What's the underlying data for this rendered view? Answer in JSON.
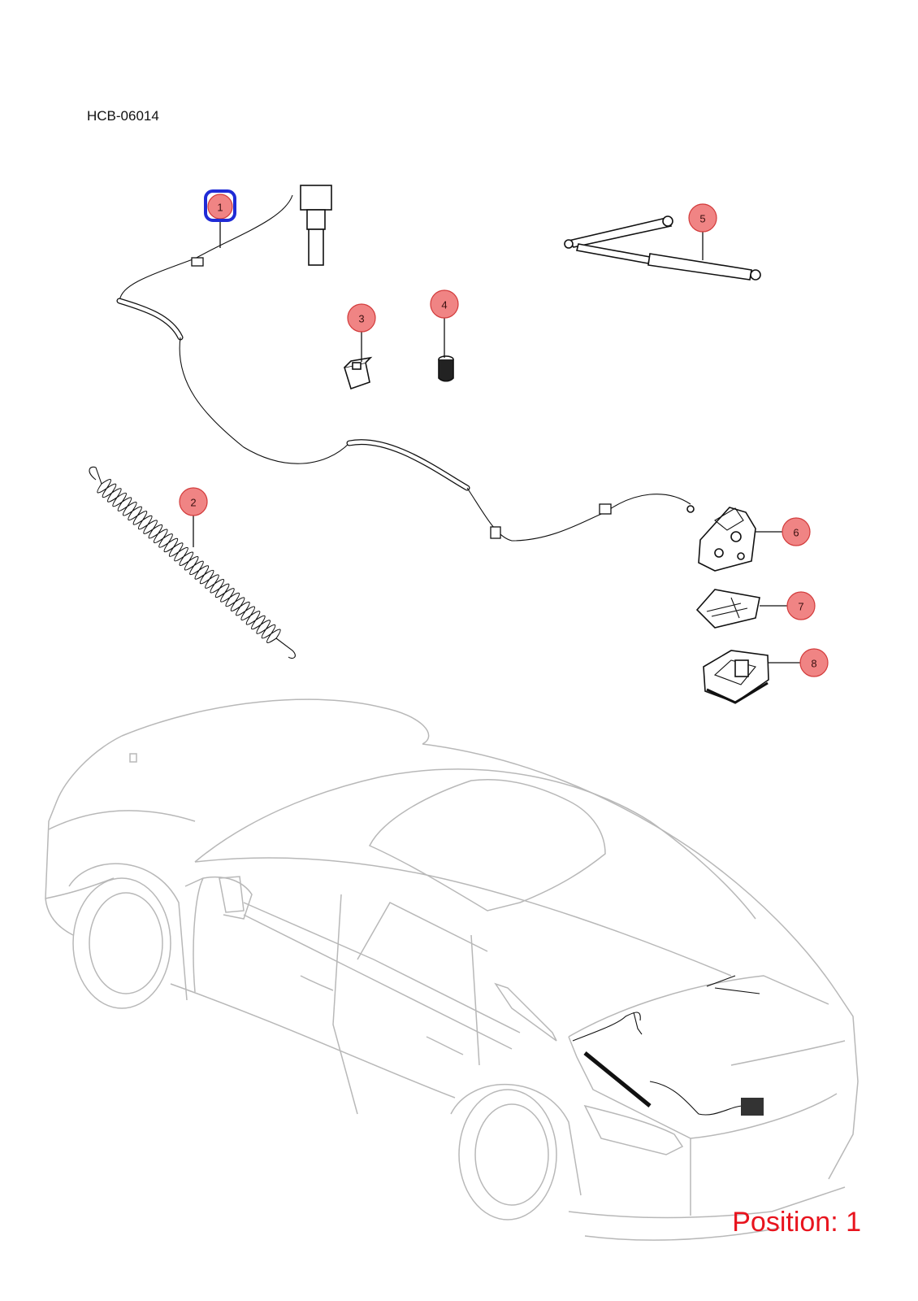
{
  "diagram": {
    "code": "HCB-06014",
    "position_label": "Position: 1",
    "selected_callout": "1",
    "colors": {
      "callout_fill": "#f08484",
      "callout_stroke": "#d23b3b",
      "selection_ring": "#1f2bd6",
      "position_text": "#e8141e",
      "car_outline": "#b8b8b8"
    },
    "callouts": [
      {
        "id": "1",
        "label": "1",
        "part": "release-cable-icon"
      },
      {
        "id": "2",
        "label": "2",
        "part": "spring-icon"
      },
      {
        "id": "3",
        "label": "3",
        "part": "clip-icon"
      },
      {
        "id": "4",
        "label": "4",
        "part": "bumper-stop-icon"
      },
      {
        "id": "5",
        "label": "5",
        "part": "gas-strut-icon"
      },
      {
        "id": "6",
        "label": "6",
        "part": "latch-icon"
      },
      {
        "id": "7",
        "label": "7",
        "part": "bracket-icon"
      },
      {
        "id": "8",
        "label": "8",
        "part": "lock-icon"
      }
    ]
  }
}
